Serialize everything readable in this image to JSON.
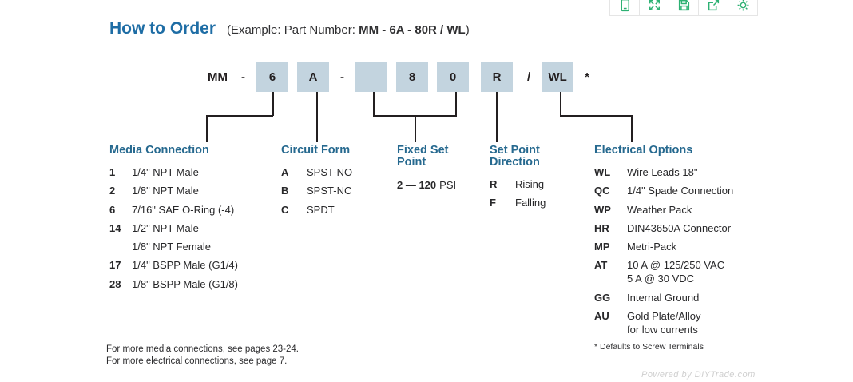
{
  "title": {
    "main": "How to Order",
    "example_prefix": "(Example: Part Number: ",
    "example_bold": "MM - 6A - 80R / WL",
    "example_suffix": ")"
  },
  "part_number": {
    "segments": [
      {
        "type": "text",
        "label": "MM"
      },
      {
        "type": "text",
        "label": "-"
      },
      {
        "type": "box",
        "label": "6"
      },
      {
        "type": "box",
        "label": "A"
      },
      {
        "type": "text",
        "label": "-"
      },
      {
        "type": "box",
        "label": ""
      },
      {
        "type": "box",
        "label": "8"
      },
      {
        "type": "box",
        "label": "0"
      },
      {
        "type": "box",
        "label": "R"
      },
      {
        "type": "text",
        "label": "/"
      },
      {
        "type": "box",
        "label": "WL"
      },
      {
        "type": "text",
        "label": "*"
      }
    ]
  },
  "sections": {
    "media": {
      "heading": "Media Connection",
      "rows": [
        {
          "code": "1",
          "desc": "1/4\" NPT Male"
        },
        {
          "code": "2",
          "desc": "1/8\" NPT Male"
        },
        {
          "code": "6",
          "desc": "7/16\" SAE O-Ring (-4)"
        },
        {
          "code": "14",
          "desc": "1/2\" NPT Male"
        },
        {
          "code": "",
          "desc": "1/8\" NPT Female"
        },
        {
          "code": "17",
          "desc": "1/4\" BSPP Male (G1/4)"
        },
        {
          "code": "28",
          "desc": "1/8\" BSPP Male (G1/8)"
        }
      ]
    },
    "circuit": {
      "heading": "Circuit Form",
      "rows": [
        {
          "code": "A",
          "desc": "SPST-NO"
        },
        {
          "code": "B",
          "desc": "SPST-NC"
        },
        {
          "code": "C",
          "desc": "SPDT"
        }
      ]
    },
    "fixed": {
      "heading_line1": "Fixed Set",
      "heading_line2": "Point",
      "range": "2 — 120",
      "unit": "PSI"
    },
    "direction": {
      "heading_line1": "Set Point",
      "heading_line2": "Direction",
      "rows": [
        {
          "code": "R",
          "desc": "Rising"
        },
        {
          "code": "F",
          "desc": "Falling"
        }
      ]
    },
    "electrical": {
      "heading": "Electrical Options",
      "rows": [
        {
          "code": "WL",
          "lines": [
            "Wire Leads 18\""
          ]
        },
        {
          "code": "QC",
          "lines": [
            "1/4\" Spade Connection"
          ]
        },
        {
          "code": "WP",
          "lines": [
            "Weather Pack"
          ]
        },
        {
          "code": "HR",
          "lines": [
            "DIN43650A Connector"
          ]
        },
        {
          "code": "MP",
          "lines": [
            "Metri-Pack"
          ]
        },
        {
          "code": "AT",
          "lines": [
            "10 A @ 125/250 VAC",
            "5 A @ 30 VDC"
          ]
        },
        {
          "code": "GG",
          "lines": [
            "Internal Ground"
          ]
        },
        {
          "code": "AU",
          "lines": [
            "Gold Plate/Alloy",
            "for low currents"
          ]
        }
      ],
      "footnote": "* Defaults to Screw Terminals"
    }
  },
  "footer_notes": [
    "For more media connections, see pages 23-24.",
    "For more electrical connections, see page 7."
  ],
  "toolbar": {
    "icons": [
      "mobile-icon",
      "expand-icon",
      "save-icon",
      "share-icon",
      "settings-icon"
    ],
    "accent_color": "#2db173"
  },
  "watermark": "Powered by DIYTrade.com",
  "colors": {
    "title_blue": "#1e6da5",
    "heading_blue": "#26698f",
    "box_fill": "#c3d4df",
    "toolbar_green": "#2db173"
  }
}
